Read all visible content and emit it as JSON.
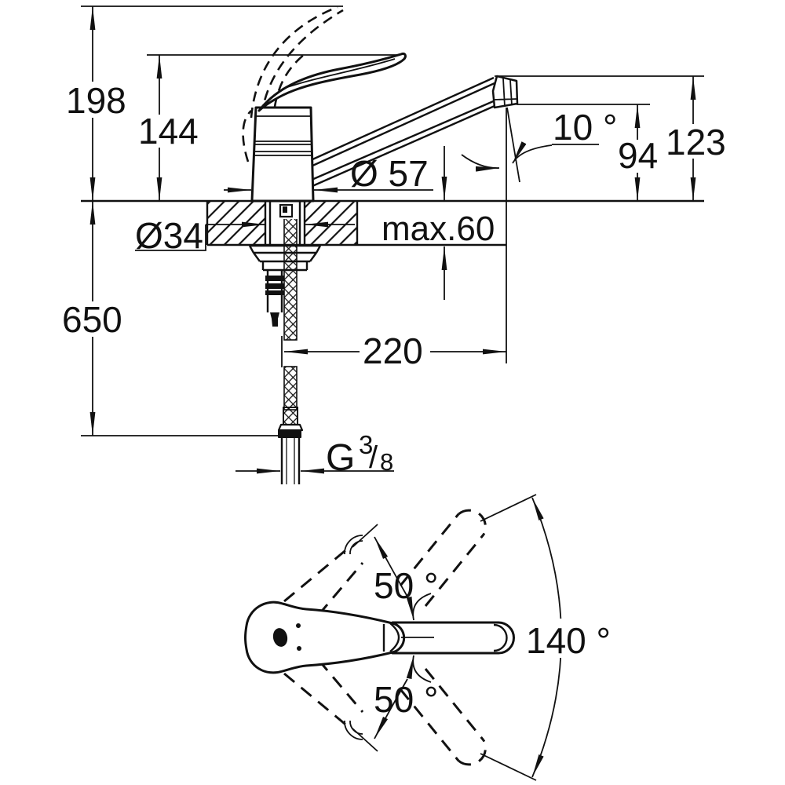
{
  "drawing": {
    "type": "faucet-installation-dimension-diagram",
    "colors": {
      "line": "#111111",
      "background": "#ffffff"
    },
    "side_view": {
      "total_height": "198",
      "body_height": "144",
      "spout_top_height": "123",
      "outlet_height": "94",
      "outlet_angle": "10 °",
      "base_diameter": "Ø 57",
      "hole_diameter": "Ø34",
      "max_counter_thickness": "max.60",
      "hose_length": "650",
      "spout_reach": "220",
      "thread_prefix": "G",
      "thread_numerator": "3",
      "thread_slash": "/",
      "thread_denominator": "8"
    },
    "top_view": {
      "swing_upper": "50 °",
      "swing_lower": "50 °",
      "swivel_range": "140 °"
    }
  }
}
